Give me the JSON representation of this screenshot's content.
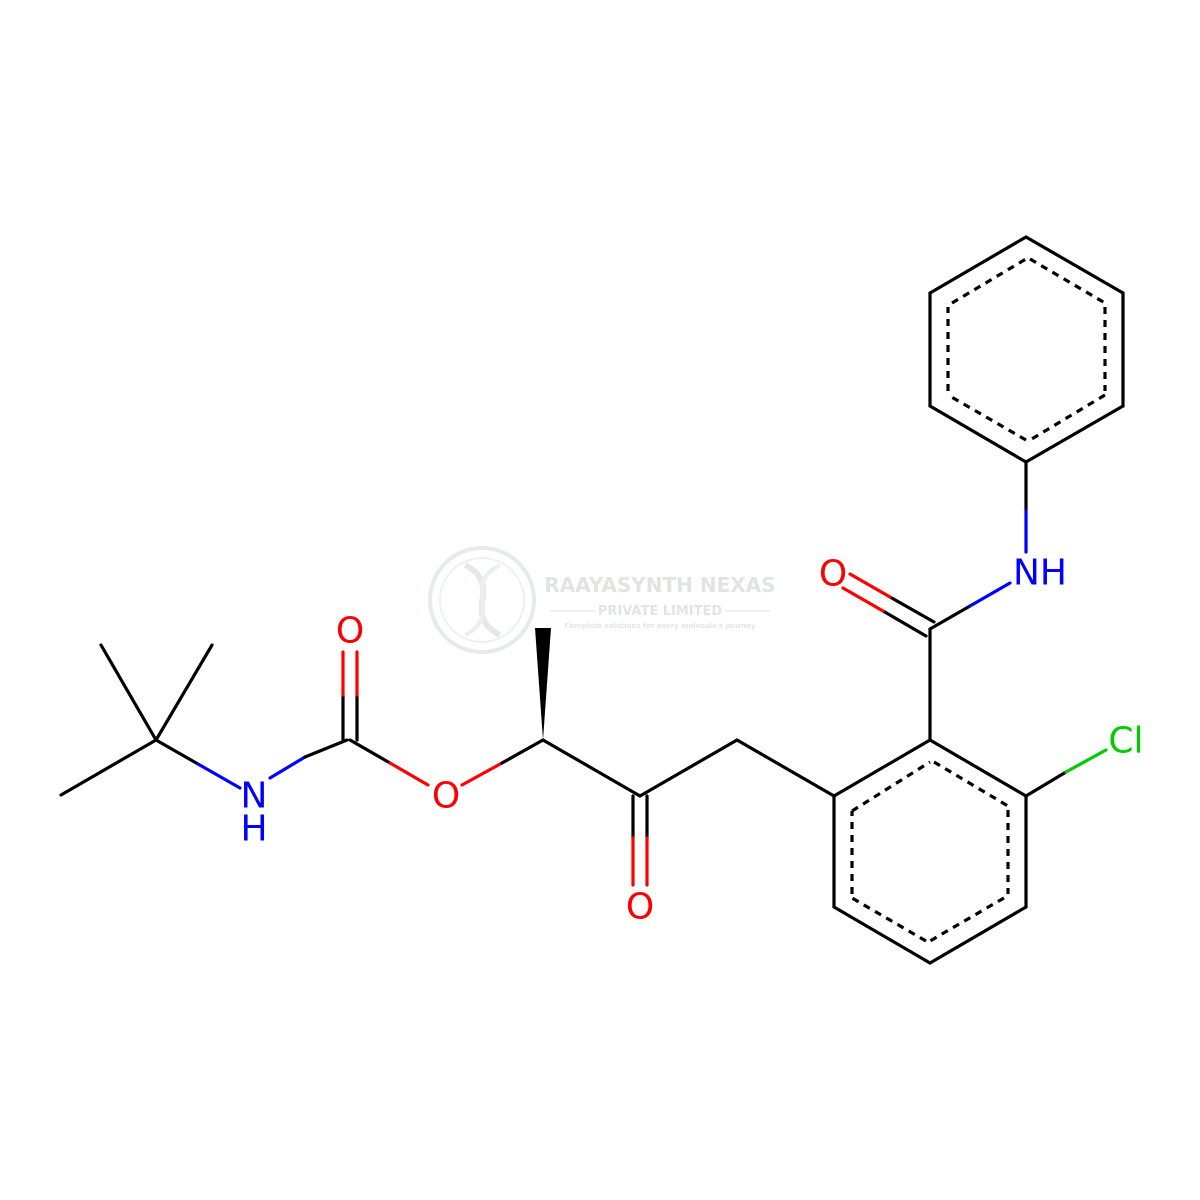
{
  "atoms": {
    "o_carbamate_carbonyl": "O",
    "nh_carbamate_n": "N",
    "nh_carbamate_h": "H",
    "o_ester": "O",
    "o_ketone": "O",
    "o_amide": "O",
    "nh_amide": "NH",
    "cl": "Cl"
  },
  "watermark": {
    "company": "RAAYASYNTH NEXAS",
    "subtitle": "PRIVATE LIMITED",
    "tagline": "Complete solutions for every molecule's journey"
  },
  "colors": {
    "bond": "#000000",
    "oxygen": "#ff0000",
    "nitrogen": "#0000ff",
    "chlorine": "#00cc00",
    "watermark": "#c9d0cc"
  }
}
